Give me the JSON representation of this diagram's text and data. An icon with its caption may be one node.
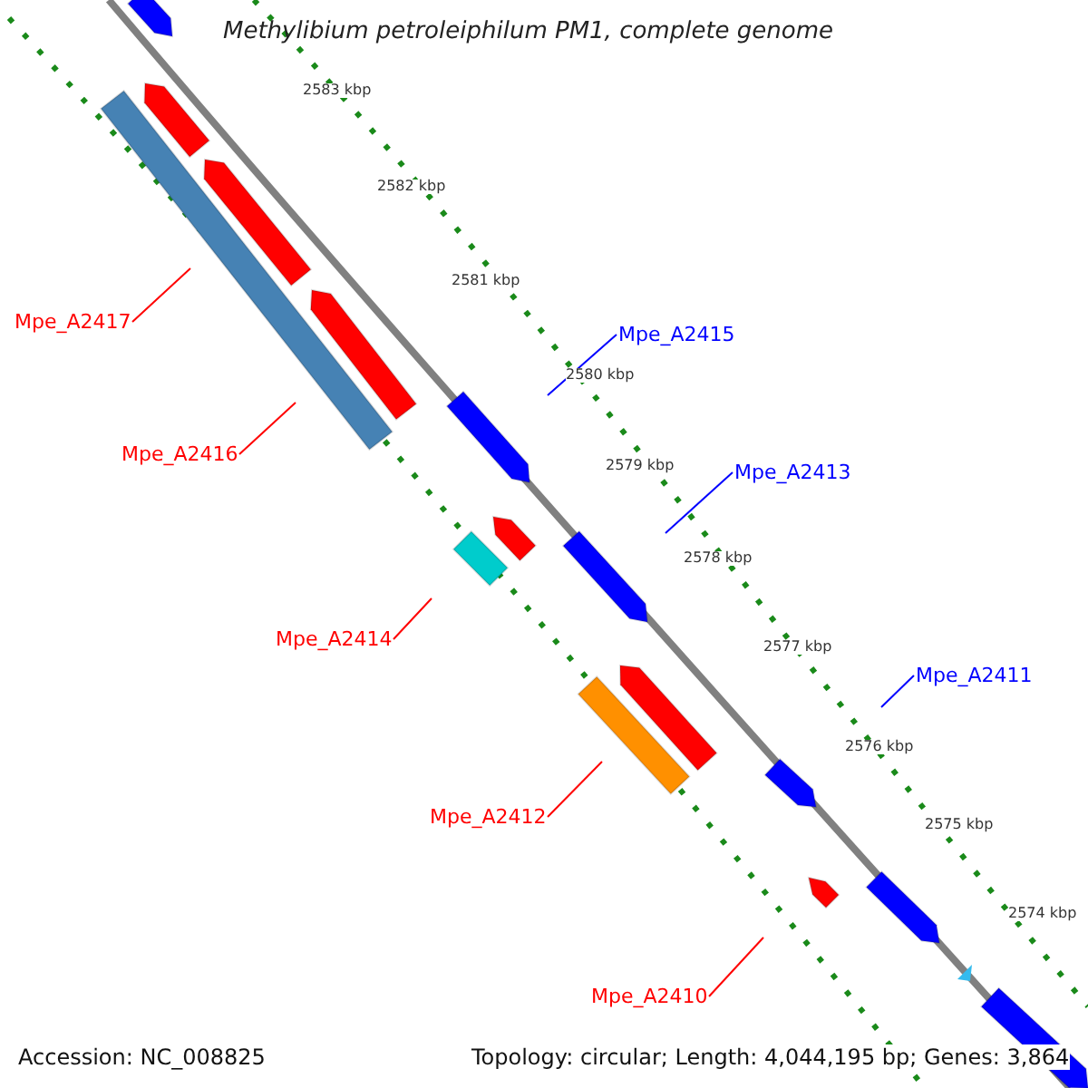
{
  "diagram": {
    "title": "Methylibium petroleiphilum PM1, complete genome",
    "nodes": [
      {
        "text": [
          "Mpe_A2417"
        ]
      },
      {
        "text": [
          "Mpe_A2415"
        ]
      },
      {
        "text": [
          "Mpe_A2416"
        ]
      },
      {
        "text": [
          "Mpe_A2413"
        ]
      },
      {
        "text": [
          "Mpe_A2414"
        ]
      },
      {
        "text": [
          "Mpe_A2411"
        ]
      },
      {
        "text": [
          "Mpe_A2412"
        ]
      },
      {
        "text": [
          "Mpe_A2410"
        ]
      }
    ],
    "edges": [
      {
        "from": 0,
        "to": null,
        "arrow": "none",
        "color": "#ff0000"
      },
      {
        "from": 1,
        "to": null,
        "arrow": "none",
        "color": "#0000ff"
      },
      {
        "from": 2,
        "to": null,
        "arrow": "none",
        "color": "#ff0000"
      },
      {
        "from": 3,
        "to": null,
        "arrow": "none",
        "color": "#0000ff"
      },
      {
        "from": 4,
        "to": null,
        "arrow": "none",
        "color": "#ff0000"
      },
      {
        "from": 5,
        "to": null,
        "arrow": "none",
        "color": "#0000ff"
      },
      {
        "from": 6,
        "to": null,
        "arrow": "none",
        "color": "#ff0000"
      },
      {
        "from": 7,
        "to": null,
        "arrow": "none",
        "color": "#ff0000"
      }
    ],
    "labels": [
      "2583 kbp",
      "2582 kbp",
      "2581 kbp",
      "2580 kbp",
      "2579 kbp",
      "2578 kbp",
      "2577 kbp",
      "2576 kbp",
      "2575 kbp",
      "2574 kbp",
      "Accession: NC_008825",
      "Topology: circular; Length: 4,044,195 bp; Genes: 3,864"
    ]
  }
}
